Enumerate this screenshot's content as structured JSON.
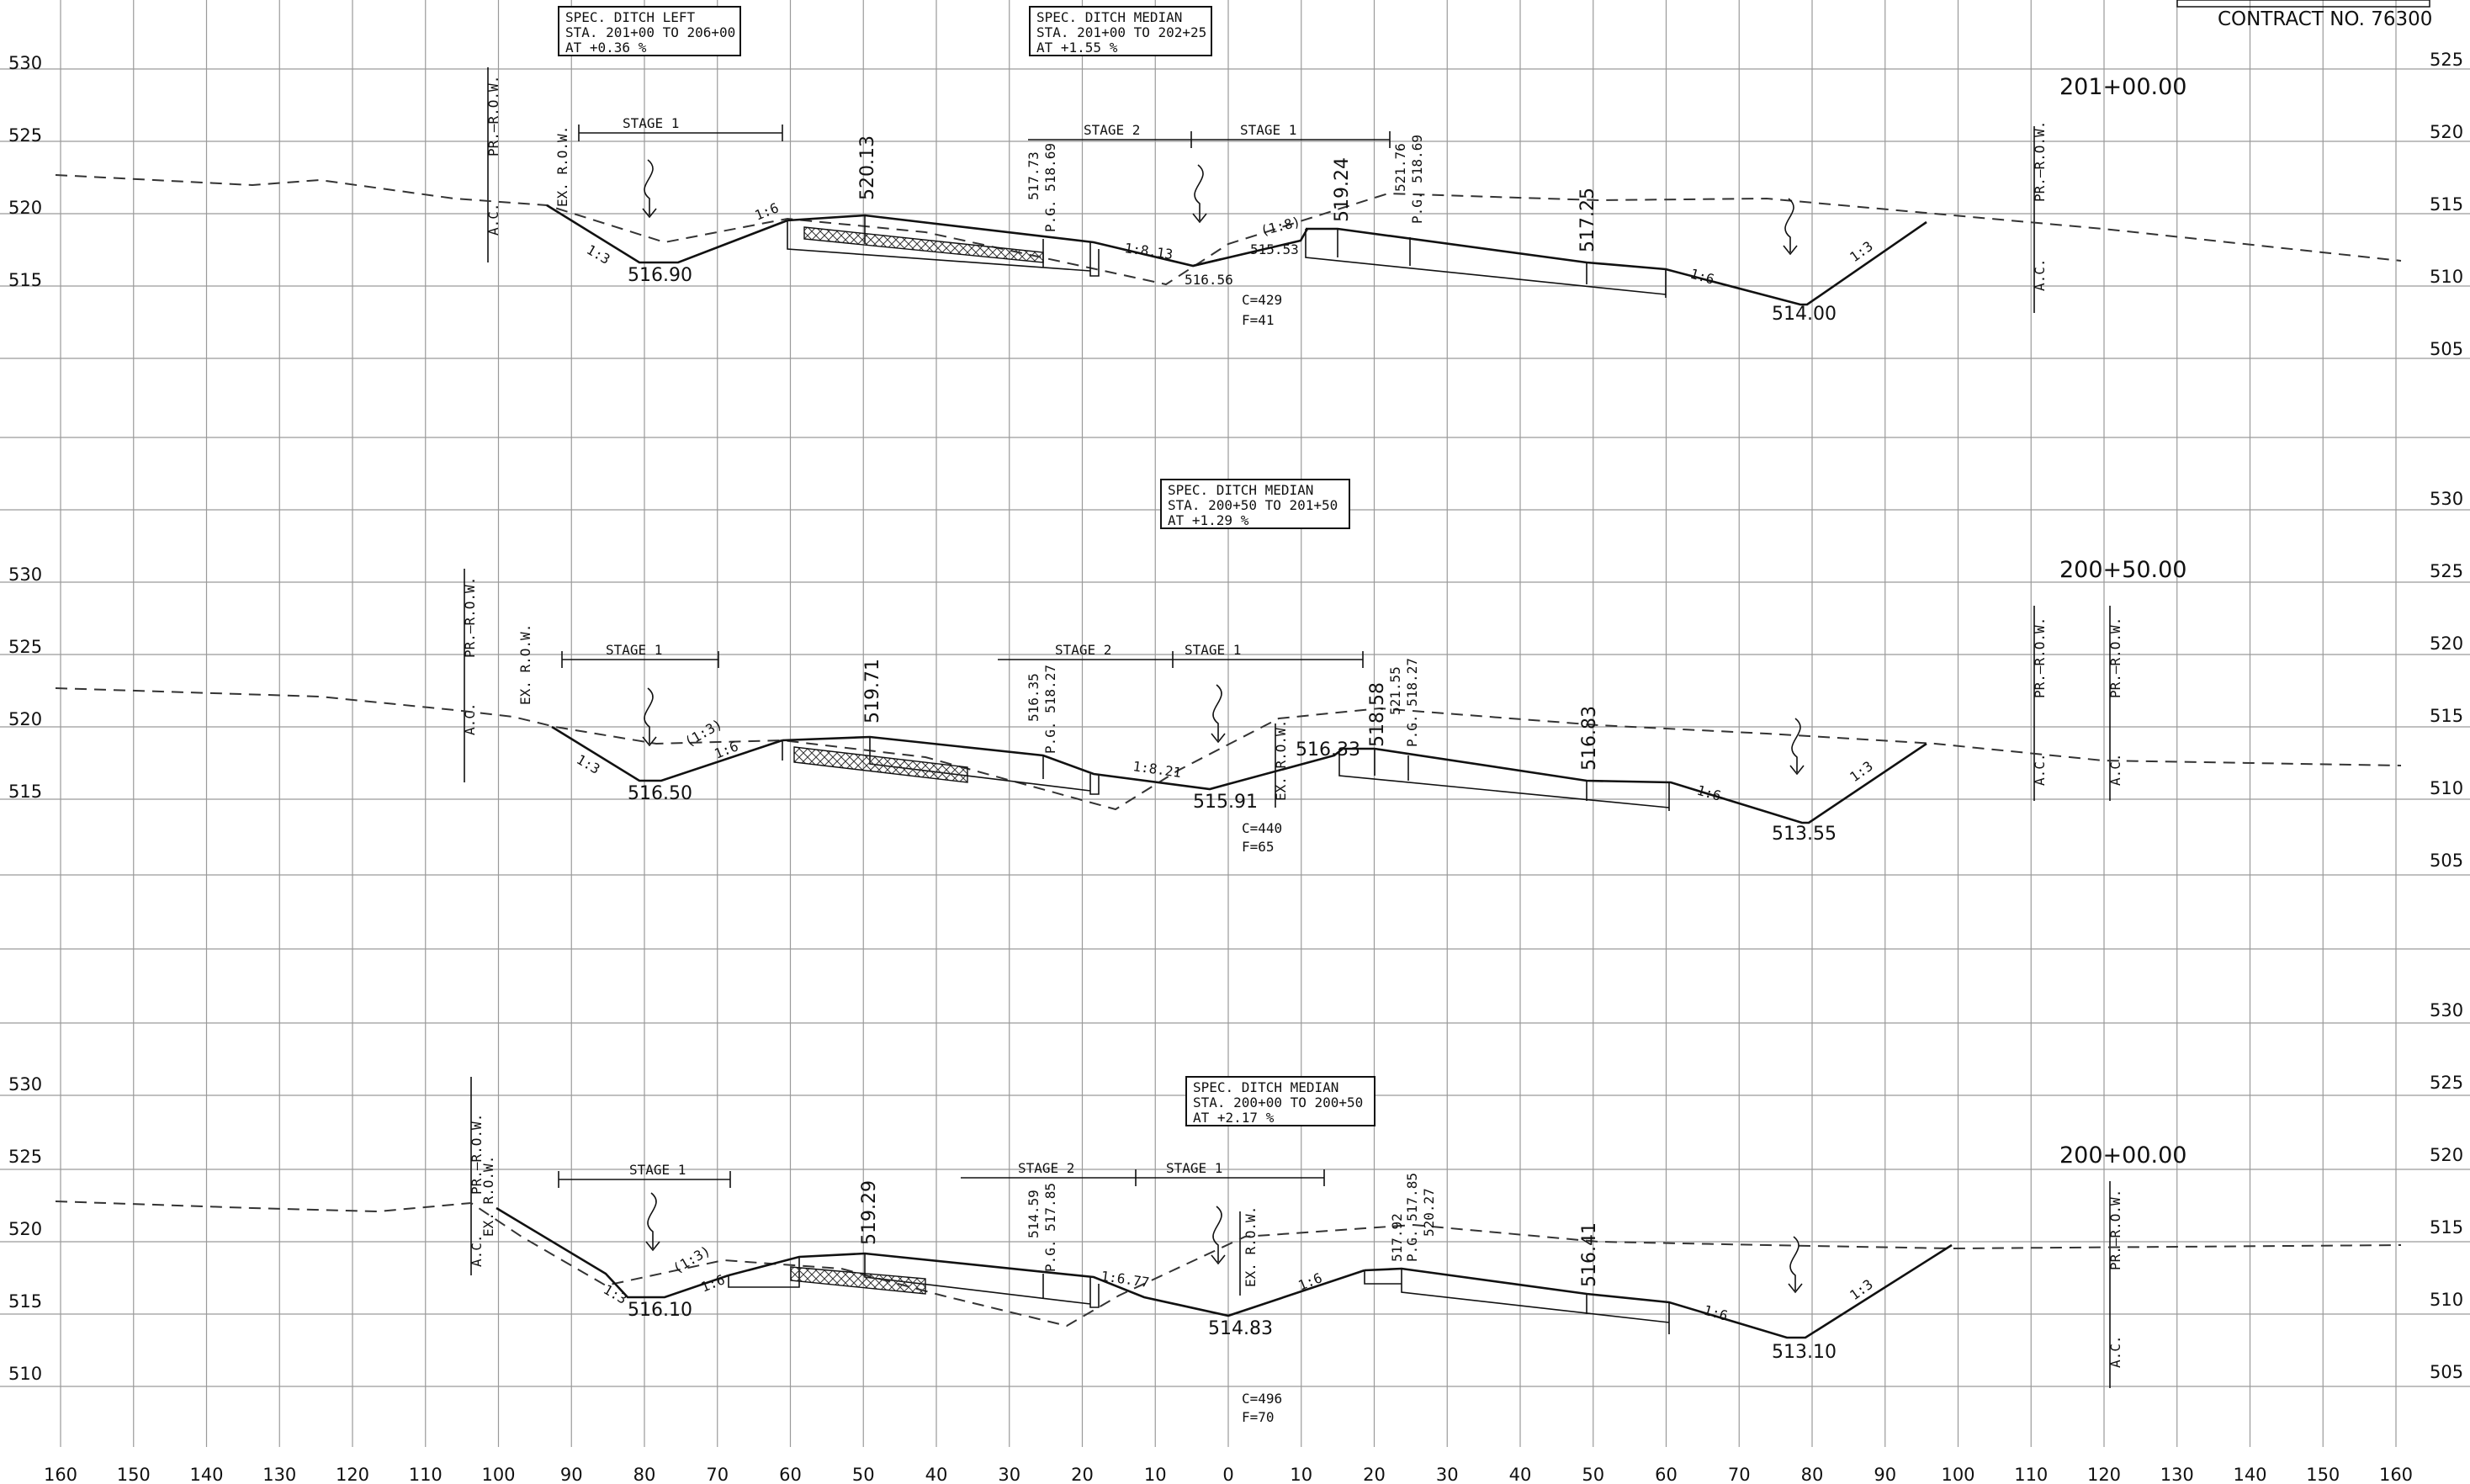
{
  "header": {
    "contract": "CONTRACT NO. 76300"
  },
  "x_axis": {
    "ticks": [
      "160",
      "150",
      "140",
      "130",
      "120",
      "110",
      "100",
      "90",
      "80",
      "70",
      "60",
      "50",
      "40",
      "30",
      "20",
      "10",
      "0",
      "10",
      "20",
      "30",
      "40",
      "50",
      "60",
      "70",
      "80",
      "90",
      "100",
      "110",
      "120",
      "130",
      "140",
      "150",
      "160"
    ]
  },
  "sections": [
    {
      "station": "201+00.00",
      "left_elev": [
        "530",
        "525",
        "520",
        "515"
      ],
      "right_elev": [
        "525",
        "520",
        "515",
        "510",
        "505"
      ],
      "notes": [
        {
          "lines": [
            "SPEC. DITCH LEFT",
            "STA. 201+00 TO 206+00",
            "AT +0.36 %"
          ]
        },
        {
          "lines": [
            "SPEC. DITCH MEDIAN",
            "STA. 201+00 TO 202+25",
            "AT +1.55 %"
          ]
        }
      ],
      "stages": [
        "STAGE 1",
        "STAGE 2",
        "STAGE 1"
      ],
      "row_labels": {
        "ac": "A.C.",
        "pr_row": "PR.—R.O.W.",
        "ex_row": "EX. R.O.W."
      },
      "elevations": {
        "ditch_left": "516.90",
        "edge_left": "520.13",
        "pg_left_a": "517.73",
        "pg_left_b": "P.G. 518.69",
        "median_low": "516.56",
        "median_b": "515.53",
        "edge_right": "519.24",
        "pg_right_a": "521.76",
        "pg_right_b": "P.G. 518.69",
        "shoulder_right": "517.25",
        "ditch_right": "514.00"
      },
      "slopes": {
        "s1": "1:3",
        "s2": "1:6",
        "s3": "1:8.13",
        "s4": "(1:8)",
        "s5": "1:6",
        "s6": "1:3"
      },
      "cut_fill": {
        "c": "C=429",
        "f": "F=41"
      }
    },
    {
      "station": "200+50.00",
      "left_elev": [
        "530",
        "525",
        "520",
        "515"
      ],
      "right_elev": [
        "530",
        "525",
        "520",
        "515",
        "510",
        "505"
      ],
      "notes": [
        {
          "lines": [
            "SPEC. DITCH MEDIAN",
            "STA. 200+50 TO 201+50",
            "AT +1.29 %"
          ]
        }
      ],
      "stages": [
        "STAGE 1",
        "STAGE 2",
        "STAGE 1"
      ],
      "row_labels": {
        "ac": "A.C.",
        "pr_row": "PR.—R.O.W.",
        "ex_row": "EX. R.O.W."
      },
      "elevations": {
        "ditch_left": "516.50",
        "edge_left": "519.71",
        "pg_left_a": "516.35",
        "pg_left_b": "P.G. 518.27",
        "median_low": "515.91",
        "median_b": "516.33",
        "edge_right": "518.58",
        "pg_right_a": "521.55",
        "pg_right_b": "P.G. 518.27",
        "shoulder_right": "516.83",
        "ditch_right": "513.55"
      },
      "slopes": {
        "s1": "1:3",
        "s2": "(1:3)",
        "s2b": "1:6",
        "s3": "1:8.21",
        "s5": "1:6",
        "s6": "1:3"
      },
      "cut_fill": {
        "c": "C=440",
        "f": "F=65"
      }
    },
    {
      "station": "200+00.00",
      "left_elev": [
        "530",
        "525",
        "520",
        "515",
        "510"
      ],
      "right_elev": [
        "530",
        "525",
        "520",
        "515",
        "510",
        "505"
      ],
      "notes": [
        {
          "lines": [
            "SPEC. DITCH MEDIAN",
            "STA. 200+00 TO 200+50",
            "AT +2.17 %"
          ]
        }
      ],
      "stages": [
        "STAGE 1",
        "STAGE 2",
        "STAGE 1"
      ],
      "row_labels": {
        "ac": "A.C.",
        "pr_row": "PR.—R.O.W.",
        "ex_row": "EX. R.O.W."
      },
      "elevations": {
        "ditch_left": "516.10",
        "edge_left": "519.29",
        "pg_left_a": "514.59",
        "pg_left_b": "P.G. 517.85",
        "median_low": "514.83",
        "edge_right": "517.92",
        "pg_right_a": "P.G. 517.85",
        "pg_right_b": "520.27",
        "shoulder_right": "516.41",
        "ditch_right": "513.10"
      },
      "slopes": {
        "s1": "1:3",
        "s2": "(1:3)",
        "s2b": "1:6",
        "s3": "1:6.77",
        "s5": "1:6",
        "s6": "1:6",
        "s7": "1:3"
      },
      "cut_fill": {
        "c": "C=496",
        "f": "F=70"
      }
    }
  ]
}
